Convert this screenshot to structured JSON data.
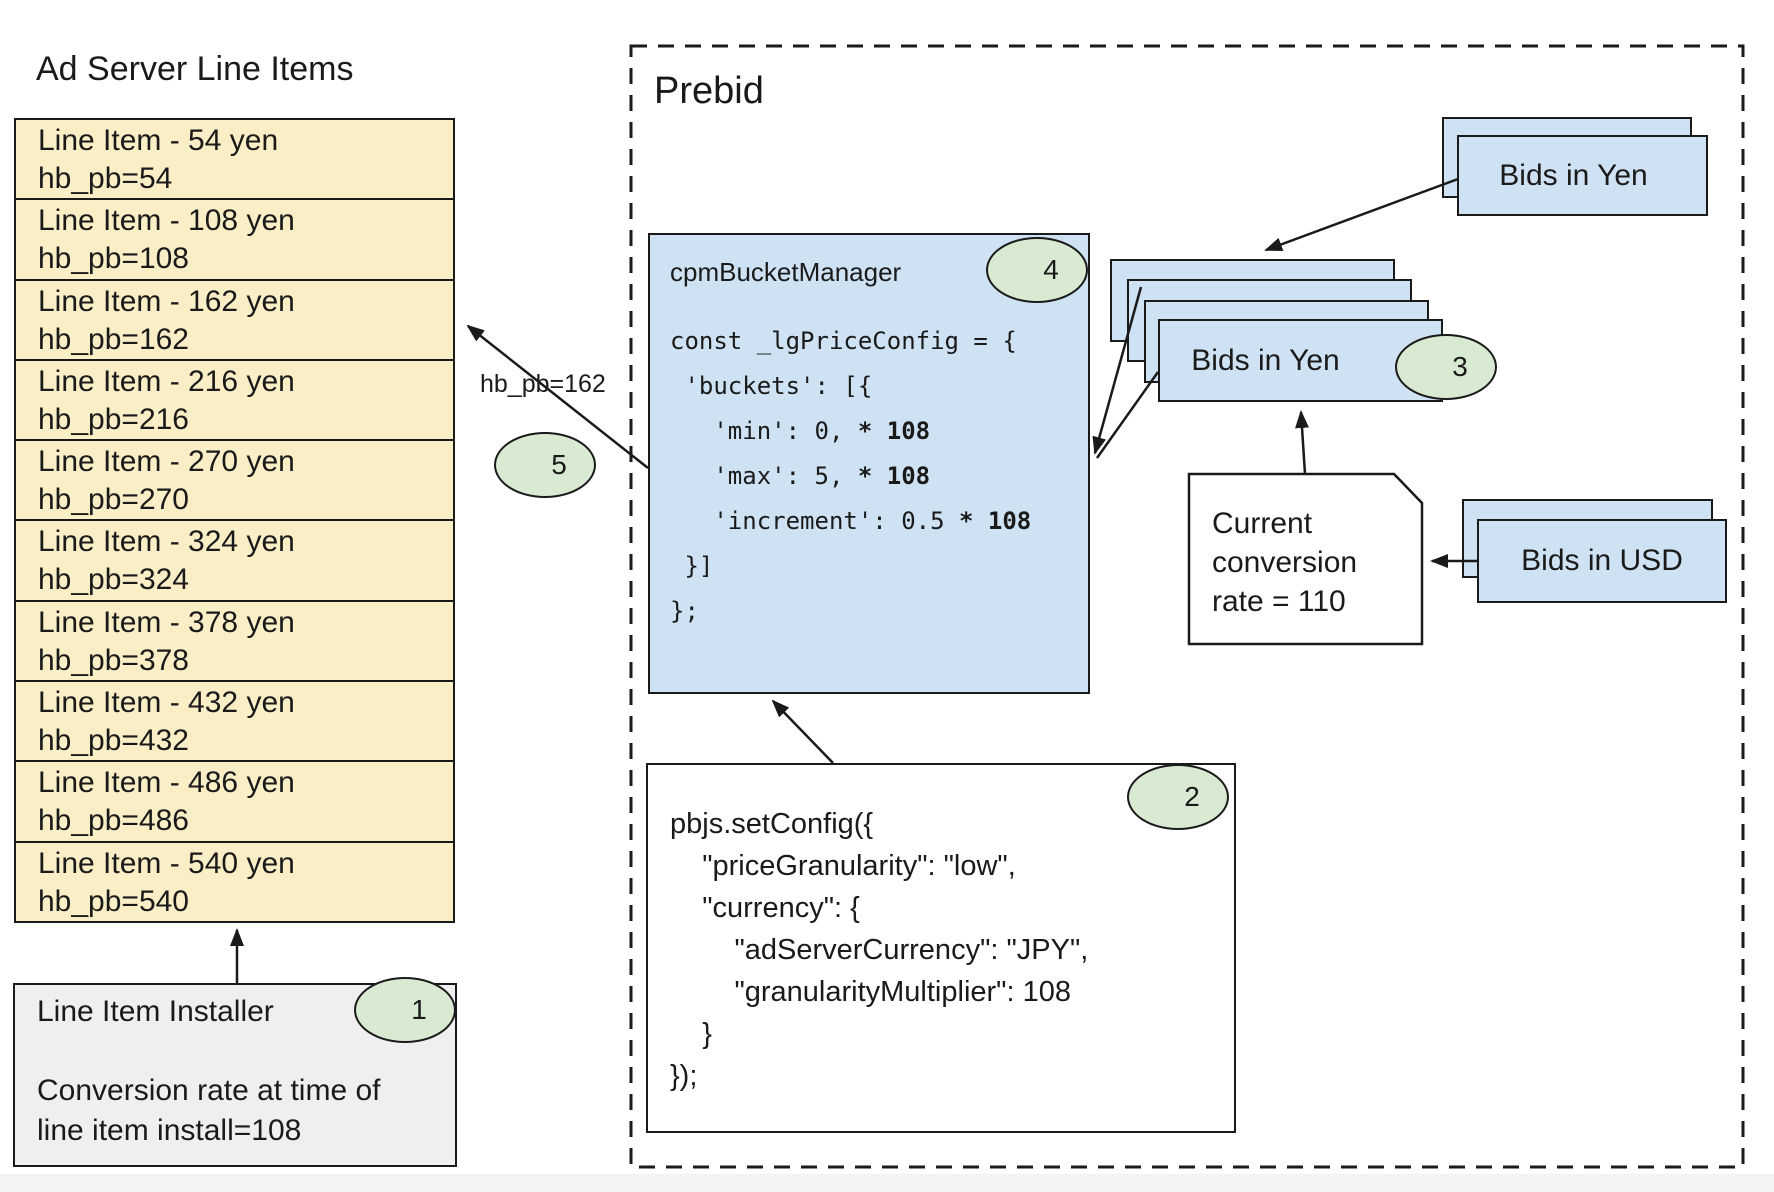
{
  "colors": {
    "cream": "#faeec6",
    "blue": "#cfe2f3",
    "green_badge": "#d9ead3",
    "gray": "#efefef",
    "ink": "#1a1a1a"
  },
  "left_panel": {
    "title": "Ad Server Line Items",
    "line_items": [
      {
        "name": "Line Item - 54 yen",
        "hb_pb": "hb_pb=54"
      },
      {
        "name": "Line Item - 108 yen",
        "hb_pb": "hb_pb=108"
      },
      {
        "name": "Line Item - 162 yen",
        "hb_pb": "hb_pb=162"
      },
      {
        "name": "Line Item - 216 yen",
        "hb_pb": "hb_pb=216"
      },
      {
        "name": "Line Item - 270 yen",
        "hb_pb": "hb_pb=270"
      },
      {
        "name": "Line Item - 324 yen",
        "hb_pb": "hb_pb=324"
      },
      {
        "name": "Line Item - 378 yen",
        "hb_pb": "hb_pb=378"
      },
      {
        "name": "Line Item - 432 yen",
        "hb_pb": "hb_pb=432"
      },
      {
        "name": "Line Item - 486 yen",
        "hb_pb": "hb_pb=486"
      },
      {
        "name": "Line Item - 540 yen",
        "hb_pb": "hb_pb=540"
      }
    ],
    "installer": {
      "title": "Line Item Installer",
      "badge": "1",
      "note_lines": [
        "Conversion rate at time of",
        "line item install=108"
      ]
    }
  },
  "prebid": {
    "title": "Prebid",
    "bucket_manager": {
      "label": "cpmBucketManager",
      "badge": "4",
      "code_lines": [
        {
          "text": "const _lgPriceConfig = {",
          "bold": ""
        },
        {
          "text": " 'buckets': [{",
          "bold": ""
        },
        {
          "text": "   'min': 0, ",
          "bold": "* 108"
        },
        {
          "text": "   'max': 5, ",
          "bold": "* 108"
        },
        {
          "text": "   'increment': 0.5 ",
          "bold": "* 108"
        },
        {
          "text": " }]",
          "bold": ""
        },
        {
          "text": "};",
          "bold": ""
        }
      ]
    },
    "set_config": {
      "badge": "2",
      "lines": [
        "pbjs.setConfig({",
        "    \"priceGranularity\": \"low\",",
        "    \"currency\": {",
        "        \"adServerCurrency\": \"JPY\",",
        "        \"granularityMultiplier\": 108",
        "    }",
        "});"
      ]
    },
    "incoming_bids": {
      "label": "Bids in Yen"
    },
    "bid_stack": {
      "label": "Bids in Yen",
      "badge": "3"
    },
    "usd_bids": {
      "label": "Bids in USD"
    },
    "conversion_note": {
      "lines": [
        "Current",
        "conversion",
        "rate = 110"
      ]
    },
    "flow_label": {
      "text": "hb_pb=162",
      "badge": "5"
    }
  }
}
